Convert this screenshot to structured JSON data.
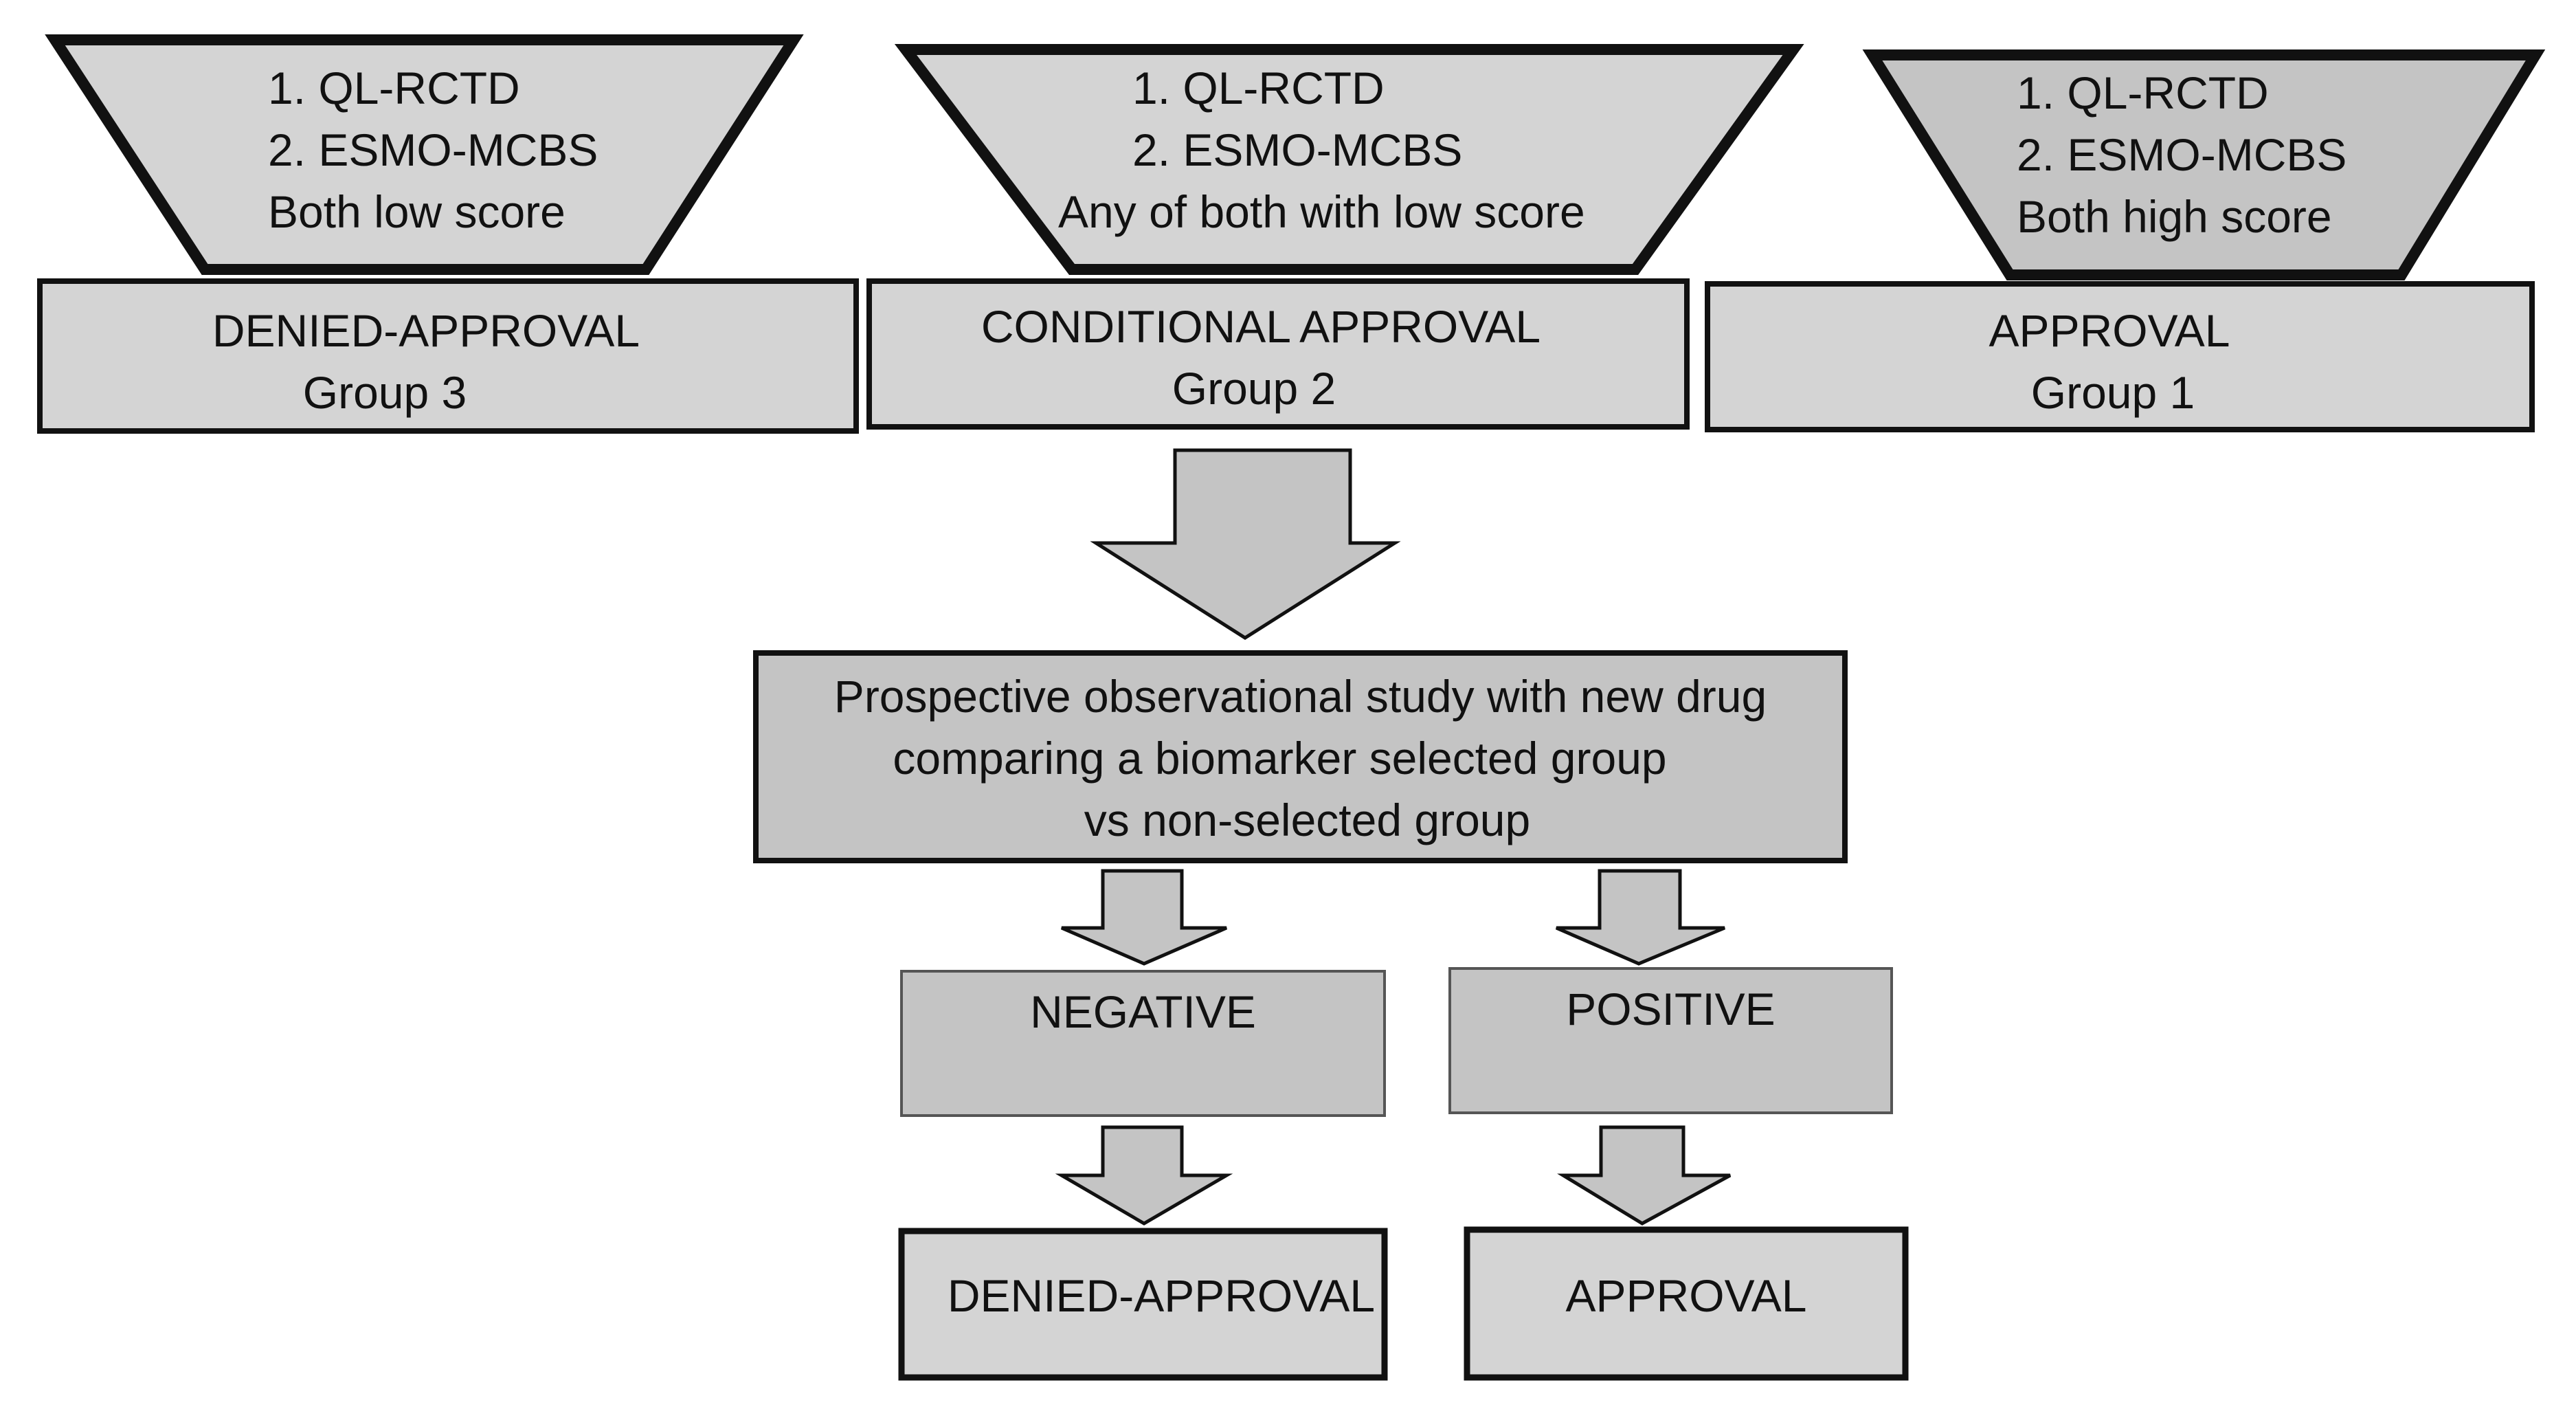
{
  "colors": {
    "fill_light": "#d4d4d4",
    "fill_mid": "#c4c4c4",
    "fill_dark": "#b8b8b8",
    "stroke": "#111111",
    "background": "#ffffff"
  },
  "top_funnels": [
    {
      "lines": [
        "1. QL-RCTD",
        "2. ESMO-MCBS",
        "Both low score"
      ],
      "box_title": "DENIED-APPROVAL",
      "box_group": "Group 3"
    },
    {
      "lines": [
        "1. QL-RCTD",
        "2. ESMO-MCBS",
        "Any of both with low score"
      ],
      "box_title": "CONDITIONAL APPROVAL",
      "box_group": "Group 2"
    },
    {
      "lines": [
        "1.  QL-RCTD",
        "2. ESMO-MCBS",
        "Both high score"
      ],
      "box_title": "APPROVAL",
      "box_group": "Group 1"
    }
  ],
  "study": {
    "lines": [
      "Prospective observational study with new drug",
      "comparing a biomarker selected group",
      "vs non-selected group"
    ]
  },
  "results": {
    "negative": "NEGATIVE",
    "positive": "POSITIVE"
  },
  "outcomes": {
    "denied": "DENIED-APPROVAL",
    "approval": "APPROVAL"
  }
}
